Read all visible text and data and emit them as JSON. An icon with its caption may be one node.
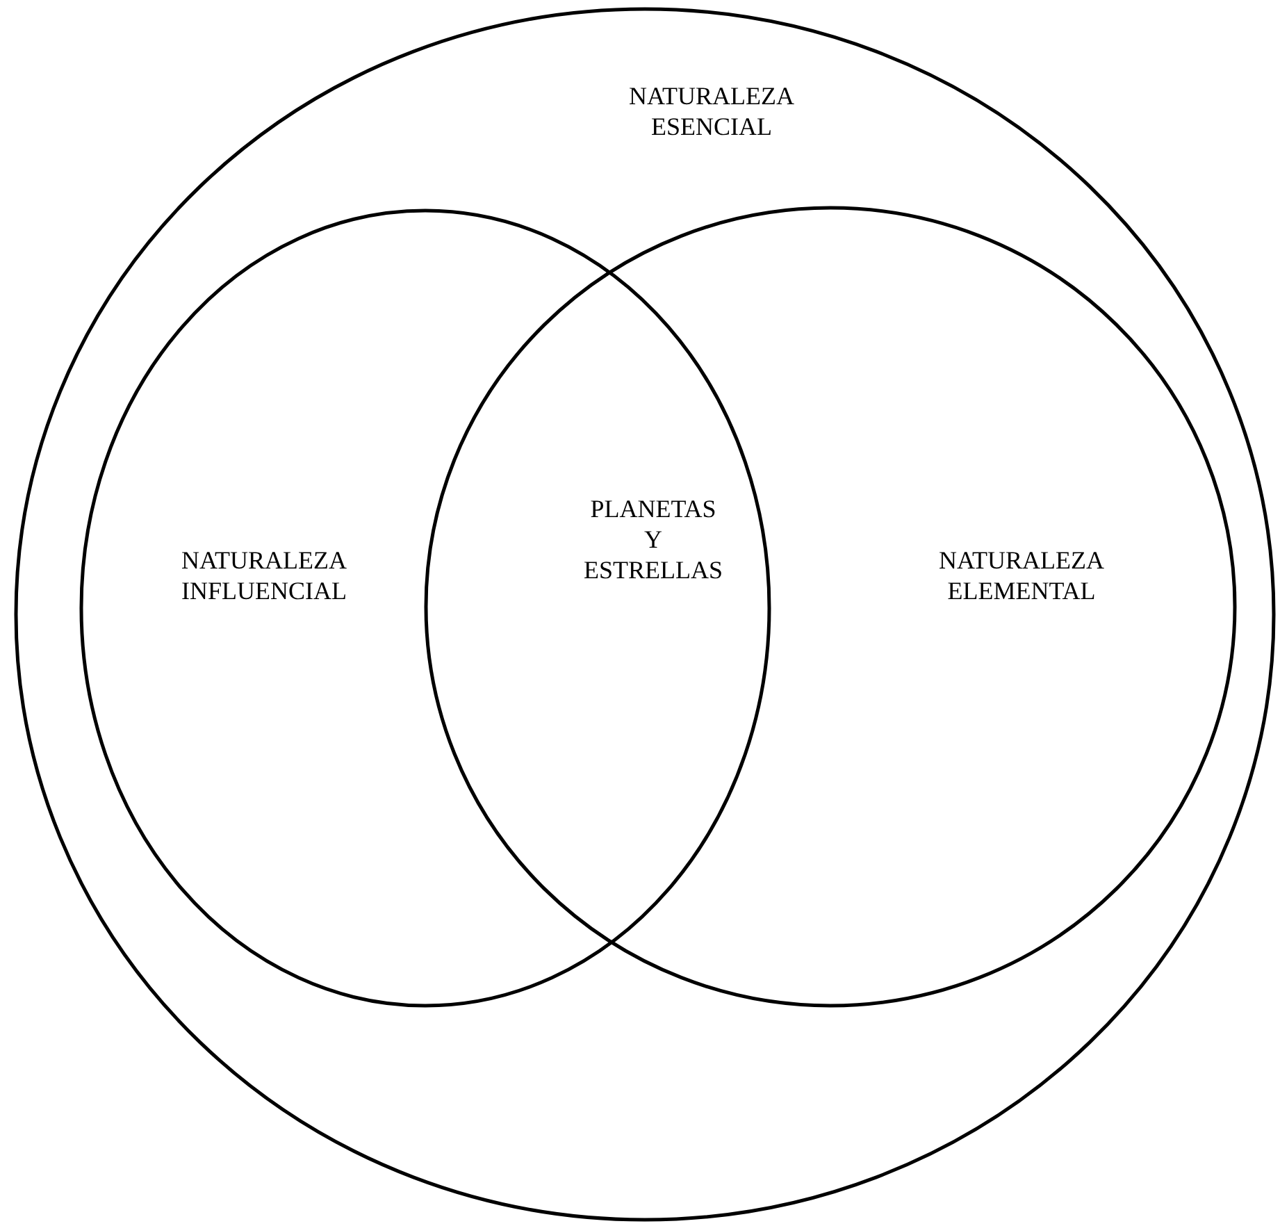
{
  "diagram": {
    "nodes": [
      {
        "text": [
          "NATURALEZA ESENCIAL"
        ]
      },
      {
        "text": [
          "NATURALEZA INFLUENCIAL"
        ],
        "in": 0
      },
      {
        "text": [
          "NATURALEZA ELEMENTAL"
        ],
        "in": 0
      }
    ],
    "labels": [
      "PLANETAS Y ESTRELLAS"
    ]
  }
}
